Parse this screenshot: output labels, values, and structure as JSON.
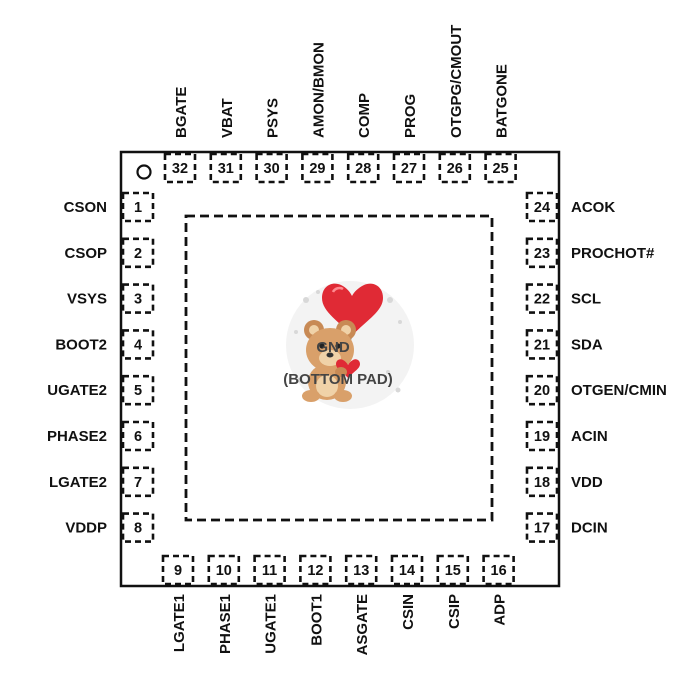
{
  "package": {
    "center_label_line1": "GND",
    "center_label_line2": "(BOTTOM PAD)",
    "pin1_marker": "circle"
  },
  "pins_left": [
    {
      "num": "1",
      "name": "CSON"
    },
    {
      "num": "2",
      "name": "CSOP"
    },
    {
      "num": "3",
      "name": "VSYS"
    },
    {
      "num": "4",
      "name": "BOOT2"
    },
    {
      "num": "5",
      "name": "UGATE2"
    },
    {
      "num": "6",
      "name": "PHASE2"
    },
    {
      "num": "7",
      "name": "LGATE2"
    },
    {
      "num": "8",
      "name": "VDDP"
    }
  ],
  "pins_bottom": [
    {
      "num": "9",
      "name": "LGATE1"
    },
    {
      "num": "10",
      "name": "PHASE1"
    },
    {
      "num": "11",
      "name": "UGATE1"
    },
    {
      "num": "12",
      "name": "BOOT1"
    },
    {
      "num": "13",
      "name": "ASGATE"
    },
    {
      "num": "14",
      "name": "CSIN"
    },
    {
      "num": "15",
      "name": "CSIP"
    },
    {
      "num": "16",
      "name": "ADP"
    }
  ],
  "pins_right": [
    {
      "num": "24",
      "name": "ACOK"
    },
    {
      "num": "23",
      "name": "PROCHOT#"
    },
    {
      "num": "22",
      "name": "SCL"
    },
    {
      "num": "21",
      "name": "SDA"
    },
    {
      "num": "20",
      "name": "OTGEN/CMIN"
    },
    {
      "num": "19",
      "name": "ACIN"
    },
    {
      "num": "18",
      "name": "VDD"
    },
    {
      "num": "17",
      "name": "DCIN"
    }
  ],
  "pins_top": [
    {
      "num": "32",
      "name": "BGATE"
    },
    {
      "num": "31",
      "name": "VBAT"
    },
    {
      "num": "30",
      "name": "PSYS"
    },
    {
      "num": "29",
      "name": "AMON/BMON"
    },
    {
      "num": "28",
      "name": "COMP"
    },
    {
      "num": "27",
      "name": "PROG"
    },
    {
      "num": "26",
      "name": "OTGPG/CMOUT"
    },
    {
      "num": "25",
      "name": "BATGONE"
    }
  ]
}
